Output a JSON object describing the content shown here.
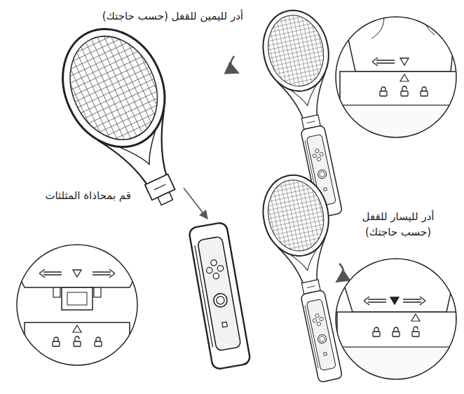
{
  "diagram": {
    "labels": [
      "أدر لليمين للقفل (حسب حاجتك)",
      "قم بمحاذاة المثلثات",
      "أدر لليسار للقفل (حسب حاجتك)"
    ]
  }
}
